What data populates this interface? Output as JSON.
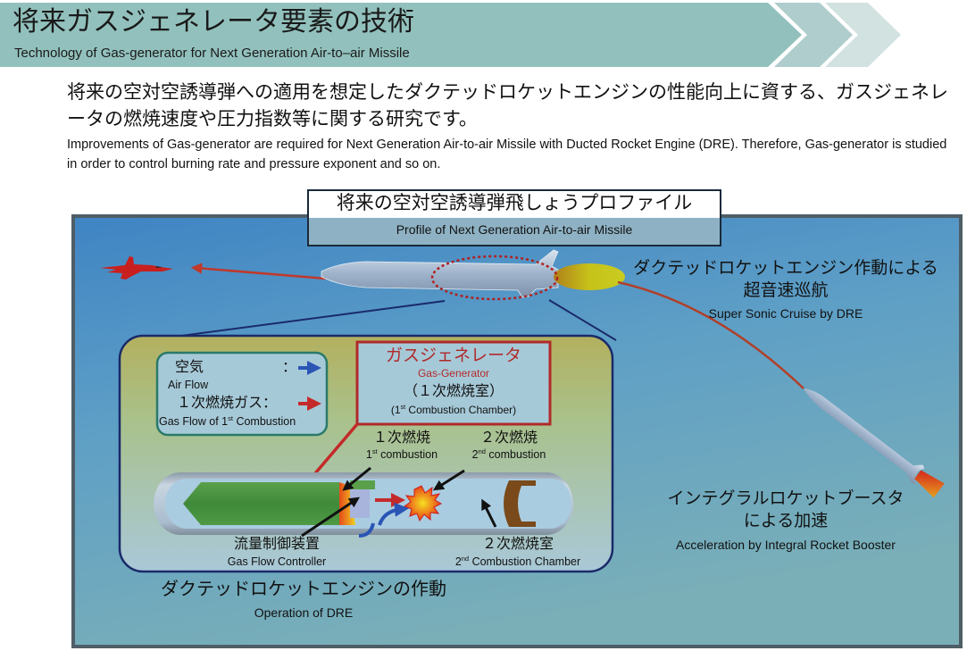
{
  "header": {
    "title_jp": "将来ガスジェネレータ要素の技術",
    "title_en": "Technology of Gas-generator for Next Generation Air-to–air Missile"
  },
  "intro": {
    "jp": "将来の空対空誘導弾への適用を想定したダクテッドロケットエンジンの性能向上に資する、ガスジェネレータの燃焼速度や圧力指数等に関する研究です。",
    "en": "Improvements of Gas-generator are required for Next Generation Air-to-air Missile with Ducted Rocket Engine (DRE). Therefore, Gas-generator is studied in order to control burning rate and pressure exponent and so on."
  },
  "profile": {
    "title_jp": "将来の空対空誘導弾飛しょうプロファイル",
    "title_en": "Profile of Next Generation Air-to-air Missile"
  },
  "cruise": {
    "jp_line1": "ダクテッドロケットエンジン作動による",
    "jp_line2": "超音速巡航",
    "en": "Super Sonic Cruise by DRE"
  },
  "booster": {
    "jp_line1": "インテグラルロケットブースタ",
    "jp_line2": "による加速",
    "en": "Acceleration by Integral Rocket Booster"
  },
  "legend": {
    "air_jp": "空気",
    "air_colon": "：",
    "air_en": "Air Flow",
    "gas_jp": "１次燃焼ガス：",
    "gas_en_pre": "Gas Flow of 1",
    "gas_en_sup": "st",
    "gas_en_post": " Combustion"
  },
  "gas_generator": {
    "jp": "ガスジェネレータ",
    "en": "Gas-Generator",
    "chamber_jp": "（１次燃焼室）",
    "chamber_en_pre": "(1",
    "chamber_en_sup": "st",
    "chamber_en_post": " Combustion Chamber)"
  },
  "labels": {
    "first_comb_jp": "１次燃焼",
    "first_comb_en_pre": "1",
    "first_comb_en_sup": "st",
    "first_comb_en_post": " combustion",
    "second_comb_jp": "２次燃焼",
    "second_comb_en_pre": "2",
    "second_comb_en_sup": "nd",
    "second_comb_en_post": " combustion",
    "flow_ctrl_jp": "流量制御装置",
    "flow_ctrl_en": "Gas Flow Controller",
    "second_chamber_jp": "２次燃焼室",
    "second_chamber_en_pre": "2",
    "second_chamber_en_sup": "nd",
    "second_chamber_en_post": " Combustion Chamber"
  },
  "operation": {
    "jp": "ダクテッドロケットエンジンの作動",
    "en": "Operation of DRE"
  },
  "colors": {
    "banner": "#92c1bd",
    "banner_mid": "#afcdcc",
    "banner_light": "#d1e2e1",
    "frame": "#4f5e66",
    "sky_top": "#3f84c4",
    "sky_bottom": "#7aafb8",
    "red_arrow": "#c0392b",
    "air_arrow": "#2a55b5",
    "gg_border": "#b02a2a",
    "gg_text": "#b02a2a"
  }
}
